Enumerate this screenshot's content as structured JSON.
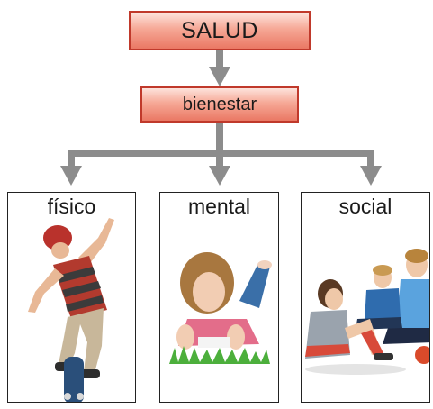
{
  "diagram": {
    "top_label": "SALUD",
    "middle_label": "bienestar",
    "categories": [
      {
        "label": "físico",
        "image": "boy skateboarding"
      },
      {
        "label": "mental",
        "image": "girl lying on grass reading"
      },
      {
        "label": "social",
        "image": "group of kids sitting and talking"
      }
    ]
  },
  "colors": {
    "box_fill": "#f6a896",
    "box_border": "#c0392b",
    "connector": "#8c8c8c"
  }
}
